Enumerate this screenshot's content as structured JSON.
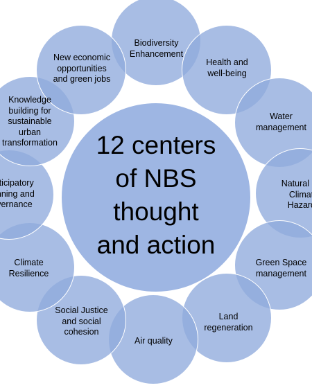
{
  "center_label": "12 centers\nof NBS\nthought\nand action",
  "nodes": [
    {
      "label": "Biodiversity\nEnhancement"
    },
    {
      "label": "Health and\nwell-being"
    },
    {
      "label": "Water\nmanagement"
    },
    {
      "label": "Natural and\nClimate\nHazards"
    },
    {
      "label": "Green Space\nmanagement"
    },
    {
      "label": "Land\nregeneration"
    },
    {
      "label": "Air quality"
    },
    {
      "label": "Social Justice\nand social\ncohesion"
    },
    {
      "label": "Climate\nResilience"
    },
    {
      "label": "Participatory\nplanning and\ngovernance"
    },
    {
      "label": "Knowledge\nbuilding for\nsustainable\nurban\ntransformation"
    },
    {
      "label": "New economic\nopportunities\nand green jobs"
    }
  ],
  "colors": {
    "circle_fill": "#8FAADC",
    "center_fill": "#9CB5E2",
    "outline": "#FFFFFF"
  }
}
